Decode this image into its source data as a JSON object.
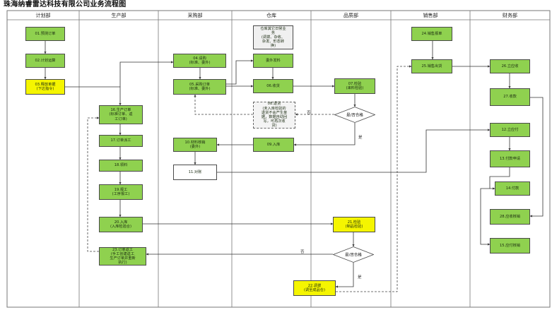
{
  "title": "珠海纳睿雷达科技有限公司业务流程图",
  "columns": [
    "计划部",
    "生产部",
    "采购部",
    "仓库",
    "品质部",
    "销售部",
    "财务部"
  ],
  "nodes": {
    "n01": {
      "label": "01.预测订单"
    },
    "n02": {
      "label": "02.计划运算"
    },
    "n03": {
      "label": "03.释放单据\n(下达指令)"
    },
    "n04": {
      "label": "04.请购\n(标准、委外)"
    },
    "n05": {
      "label": "05.采购订单\n(标准、委外)"
    },
    "n06": {
      "label": "06.收货"
    },
    "n07": {
      "label": "07.检验\n(来料检验)"
    },
    "n08": {
      "label": "08.退货\n(未入库检验的\n退货不会产生单\n据，数据自动回\n写，可再次收\n货)"
    },
    "n09": {
      "label": "09.入库"
    },
    "n10": {
      "label": "10.材料核销\n(委外)"
    },
    "n11": {
      "label": "11.对账"
    },
    "n12": {
      "label": "12.立应付"
    },
    "n13": {
      "label": "13.付款申请"
    },
    "n14": {
      "label": "14.付款"
    },
    "n15": {
      "label": "15.应付核销"
    },
    "n16": {
      "label": "16.生产订单\n(标准订单、返\n工订单)"
    },
    "n17": {
      "label": "17.订单派工"
    },
    "n18": {
      "label": "18.领料"
    },
    "n19": {
      "label": "19.报工\n(工序报工)"
    },
    "n20": {
      "label": "20.入库\n(入库检验合)"
    },
    "n21": {
      "label": "21.检验\n(制品检验)"
    },
    "n22": {
      "label": "22.调拨\n(调至成品仓)"
    },
    "n23": {
      "label": "23.订单返工\n(手工创建返工\n生产订单并重新\n执行)"
    },
    "n24": {
      "label": "24.销售报单"
    },
    "n25": {
      "label": "25.销售出货"
    },
    "n26": {
      "label": "26.立应收"
    },
    "n27": {
      "label": "27.收款"
    },
    "n28": {
      "label": "28.应收核销"
    },
    "note": {
      "label": "仓库其它日常业\n务\n(调拨、杂收、\n杂发、形态转\n换)"
    },
    "wx": {
      "label": "委外发料"
    },
    "d1": {
      "label": "是/否合格"
    },
    "d2": {
      "label": "是/否合格"
    }
  },
  "edge_labels": {
    "no1": "否",
    "yes1": "是",
    "no2": "否",
    "yes2": "是"
  }
}
